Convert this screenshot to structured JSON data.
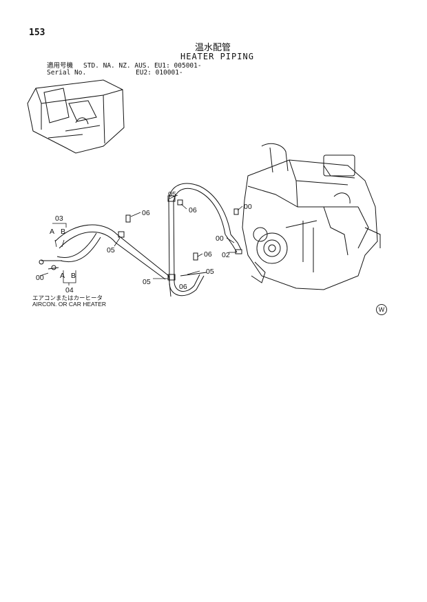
{
  "page": {
    "number": "153",
    "title_jp": "温水配管",
    "title_en": "HEATER PIPING"
  },
  "applicability": {
    "model_label": "適用号機",
    "model_value": "STD. NA. NZ. AUS. EU1: 005001-",
    "serial_label": "Serial No.",
    "serial_value": "EU2: 010001-"
  },
  "callouts": {
    "c03": "03",
    "cA1": "A",
    "cB1": "B",
    "c05a": "05",
    "c06a": "06",
    "c06b": "06",
    "c05b": "05",
    "c06c": "06",
    "c05c": "05",
    "c05d": "05",
    "c06d": "06",
    "c00a": "00",
    "c00b": "00",
    "c02": "02",
    "c00c": "00",
    "cA2": "A",
    "cB2": "B",
    "c04": "04"
  },
  "captions": {
    "jp": "エアコンまたはカーヒータ",
    "en": "AIRCON. OR CAR HEATER"
  },
  "watermark": "W"
}
